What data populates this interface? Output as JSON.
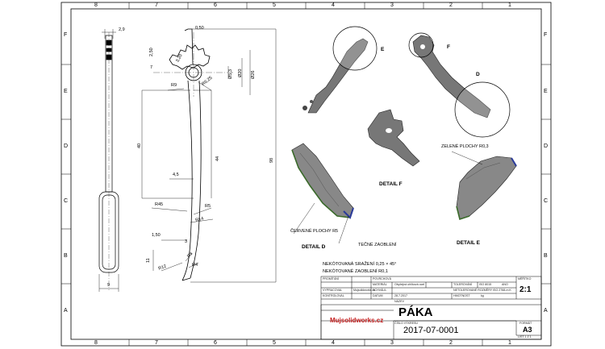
{
  "border": {
    "top_numbers": [
      "8",
      "7",
      "6",
      "5",
      "4",
      "3",
      "2",
      "1"
    ],
    "bottom_numbers": [
      "8",
      "7",
      "6",
      "5",
      "4",
      "3",
      "2",
      "1"
    ],
    "left_letters": [
      "F",
      "E",
      "D",
      "C",
      "B",
      "A"
    ],
    "right_letters": [
      "F",
      "E",
      "D",
      "C",
      "B",
      "A"
    ]
  },
  "dimensions": {
    "d2_9": "2,9",
    "d0_50": "0,50",
    "d2_50": "2,50",
    "d3_20": "3,20",
    "d7": "7",
    "r9": "R9",
    "d20": "Ø20",
    "d5_3": "Ø5,3",
    "d26": "Ø26",
    "r6_25": "R6,25",
    "d40": "40",
    "d44": "44",
    "d98": "98",
    "d4_5": "4,5",
    "r45": "R45",
    "r5": "R5",
    "r14": "R14",
    "d1_50": "1,50",
    "d3": "3",
    "d11": "11",
    "r8": "R8",
    "r12": "R12",
    "r4": "R4",
    "d9": "9"
  },
  "details": {
    "marker_e": "E",
    "marker_f": "F",
    "marker_d": "D",
    "detail_f": "DETAIL F",
    "detail_d": "DETAIL D",
    "detail_e": "DETAIL E",
    "zelene": "ZELENÉ PLOCHY R0,3",
    "cervene": "ČERVENÉ PLOCHY R5",
    "tecne": "TEČNÉ ZAOBLENÍ"
  },
  "notes": {
    "line1": "NEKÓTOVANÁ SRAŽENÍ 0,25 × 45°",
    "line2": "NEKÓTOVANÉ ZAOBLENÍ R0,1"
  },
  "title_block": {
    "promitani": "PROMÍTÁNÍ",
    "povrchova": "POVRCHOVÁ",
    "material_label": "MATERIÁL",
    "material_value": "Obyčejná uhlíková ocel",
    "tolerovani_label": "TOLEROVÁNÍ",
    "tolerovani_value": "ISO 8015",
    "ano": "ANO",
    "vypracoval_label": "VYPRACOVAL",
    "vypracoval_value": "Mujsolidworks.cz",
    "schvalil": "SCHVÁLIL",
    "neodrovane": "NETOLEROVANÉ ROZMĚRY ISO 2768-m K",
    "kontroloval": "KONTROLOVAL",
    "datum_label": "DATUM",
    "datum_value": "28.7.2017",
    "hmotnost_label": "HMOTNOST",
    "hmotnost_value": "kg",
    "nazev_label": "NÁZEV",
    "title": "PÁKA",
    "cislo_label": "ČÍSLO VÝKRESU",
    "drawing_number": "2017-07-0001",
    "meritko_label": "MĚŘÍTKO",
    "scale": "2:1",
    "format_label": "FORMÁT",
    "format": "A3",
    "list": "LIST 1 Z 1",
    "logo_text": "Mujsolidworks.cz"
  }
}
